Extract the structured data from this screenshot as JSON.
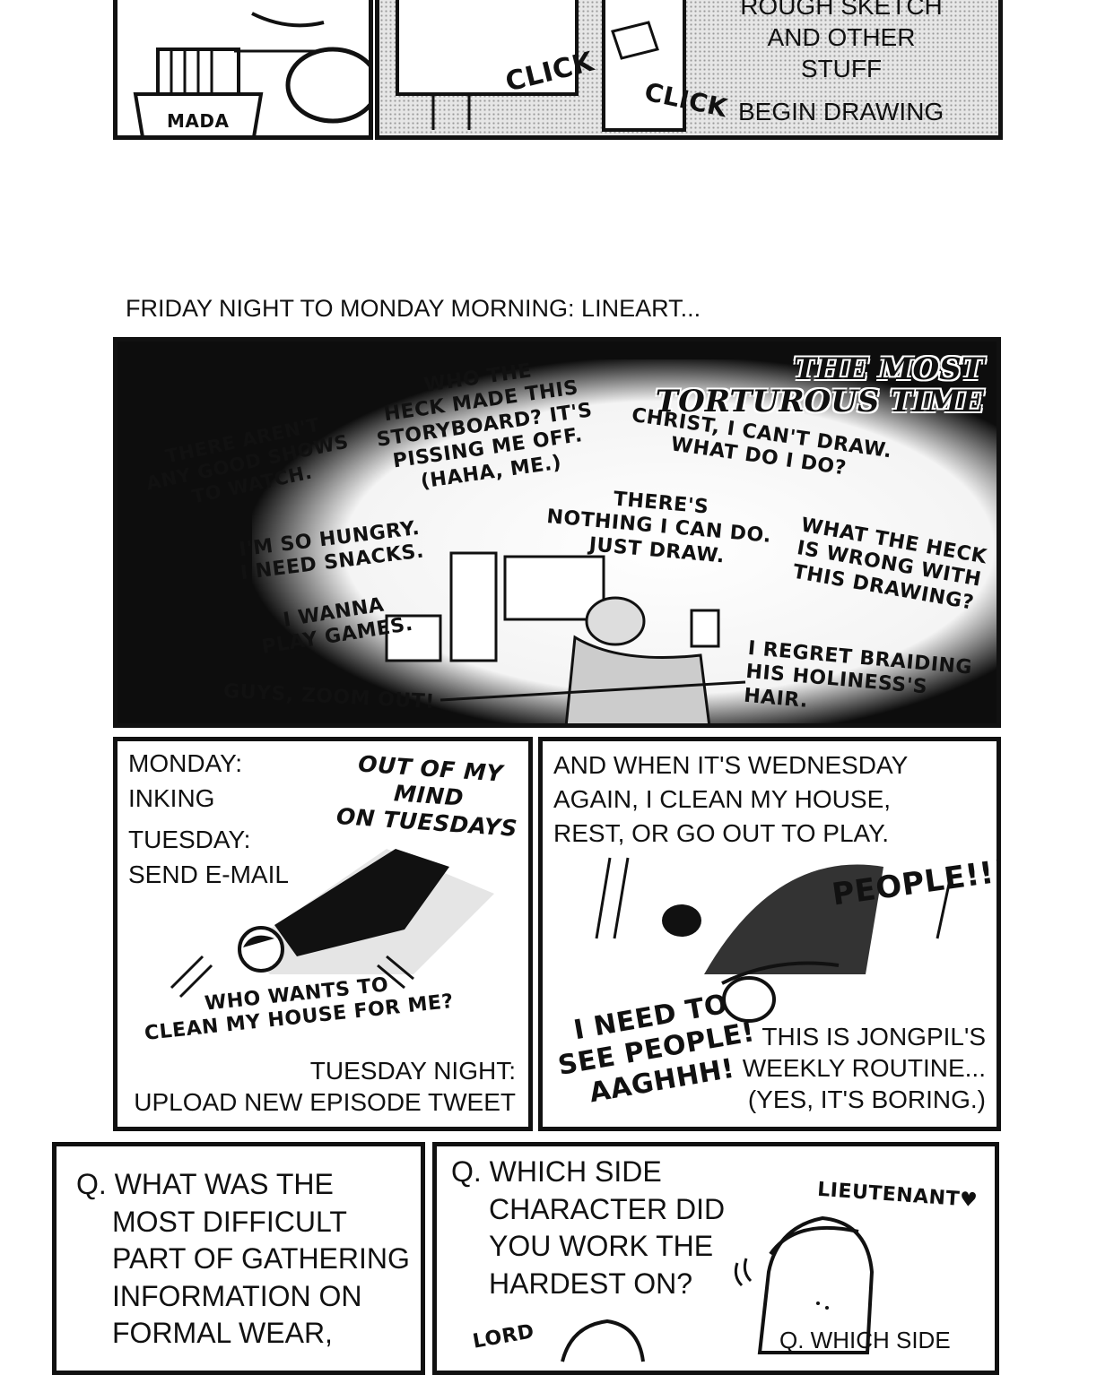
{
  "top_panel": {
    "label_mada": "MADA",
    "sfx_click_1": "CLICK",
    "sfx_click_2": "CLICK",
    "caption_lines": [
      "ROUGH SKETCH",
      "AND OTHER STUFF"
    ],
    "caption_begin": "BEGIN DRAWING"
  },
  "section_caption": "FRIDAY NIGHT TO MONDAY MORNING: LINEART...",
  "night_panel": {
    "title_lines": [
      "THE MOST",
      "TORTUROUS TIME"
    ],
    "thoughts": {
      "shows": [
        "THERE AREN'T",
        "ANY GOOD SHOWS",
        "TO WATCH."
      ],
      "storyboard": [
        "WHO THE",
        "HECK MADE THIS",
        "STORYBOARD? IT'S",
        "PISSING ME OFF.",
        "(HAHA, ME.)"
      ],
      "christ": [
        "CHRIST, I CAN'T DRAW.",
        "WHAT DO I DO?"
      ],
      "nothing": [
        "THERE'S",
        "NOTHING I CAN DO.",
        "JUST DRAW."
      ],
      "hungry": [
        "I'M SO HUNGRY.",
        "I NEED SNACKS."
      ],
      "games": [
        "I WANNA",
        "PLAY GAMES."
      ],
      "zoom": [
        "GUYS, ZOOM OUT!"
      ],
      "wrong": [
        "WHAT THE HECK",
        "IS WRONG WITH",
        "THIS DRAWING?"
      ],
      "braid": [
        "I REGRET BRAIDING",
        "HIS HOLINESS'S HAIR."
      ]
    }
  },
  "monday_panel": {
    "schedule_lines": [
      "MONDAY:",
      "INKING",
      "TUESDAY:",
      "SEND E-MAIL"
    ],
    "mind_lines": [
      "OUT OF MY MIND",
      "ON TUESDAYS"
    ],
    "clean_lines": [
      "WHO WANTS TO",
      "CLEAN MY HOUSE FOR ME?"
    ],
    "tuesday_night_lines": [
      "TUESDAY NIGHT:",
      "UPLOAD NEW EPISODE TWEET"
    ]
  },
  "wednesday_panel": {
    "caption_lines": [
      "AND WHEN IT'S WEDNESDAY",
      "AGAIN, I CLEAN MY HOUSE,",
      "REST, OR GO OUT TO PLAY."
    ],
    "sfx_people": "PEOPLE!!!",
    "shout_lines": [
      "I NEED TO",
      "SEE PEOPLE!",
      "AAGHHH!"
    ],
    "routine_lines": [
      "THIS IS JONGPIL'S",
      "WEEKLY ROUTINE...",
      "(YES, IT'S BORING.)"
    ]
  },
  "qa_left": {
    "question_lines": [
      "Q. WHAT WAS THE",
      "MOST DIFFICULT",
      "PART OF GATHERING",
      "INFORMATION ON",
      "FORMAL WEAR,"
    ]
  },
  "qa_right": {
    "question_lines": [
      "Q. WHICH SIDE",
      "CHARACTER  DID",
      "YOU WORK THE",
      "HARDEST ON?"
    ],
    "label_lieutenant": "LIEUTENANT",
    "label_lord": "LORD",
    "small_q": "Q. WHICH SIDE"
  }
}
